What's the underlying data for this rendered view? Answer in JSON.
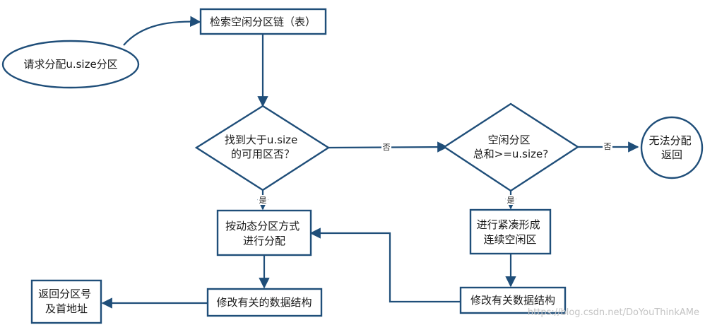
{
  "nodes": {
    "request": [
      "请求分配u.size分区"
    ],
    "search": [
      "检索空闲分区链（表）"
    ],
    "decision_find": [
      "找到大于u.size",
      "的可用区否？"
    ],
    "decision_total": [
      "空闲分区",
      "总和>=u.size?"
    ],
    "fail": [
      "无法分配",
      "返回"
    ],
    "allocate": [
      "按动态分区方式",
      "进行分配"
    ],
    "compact": [
      "进行紧凑形成",
      "连续空闲区"
    ],
    "modify_left": [
      "修改有关的数据结构"
    ],
    "modify_right": [
      "修改有关数据结构"
    ],
    "return_addr": [
      "返回分区号",
      "及首地址"
    ]
  },
  "edge_labels": {
    "no_1": "否",
    "no_2": "否",
    "yes_1": "是",
    "yes_2": "是"
  },
  "watermark": "https://blog.csdn.net/DoYouThinkAMe",
  "colors": {
    "stroke": "#1f4e79",
    "text": "#1a1a1a"
  }
}
